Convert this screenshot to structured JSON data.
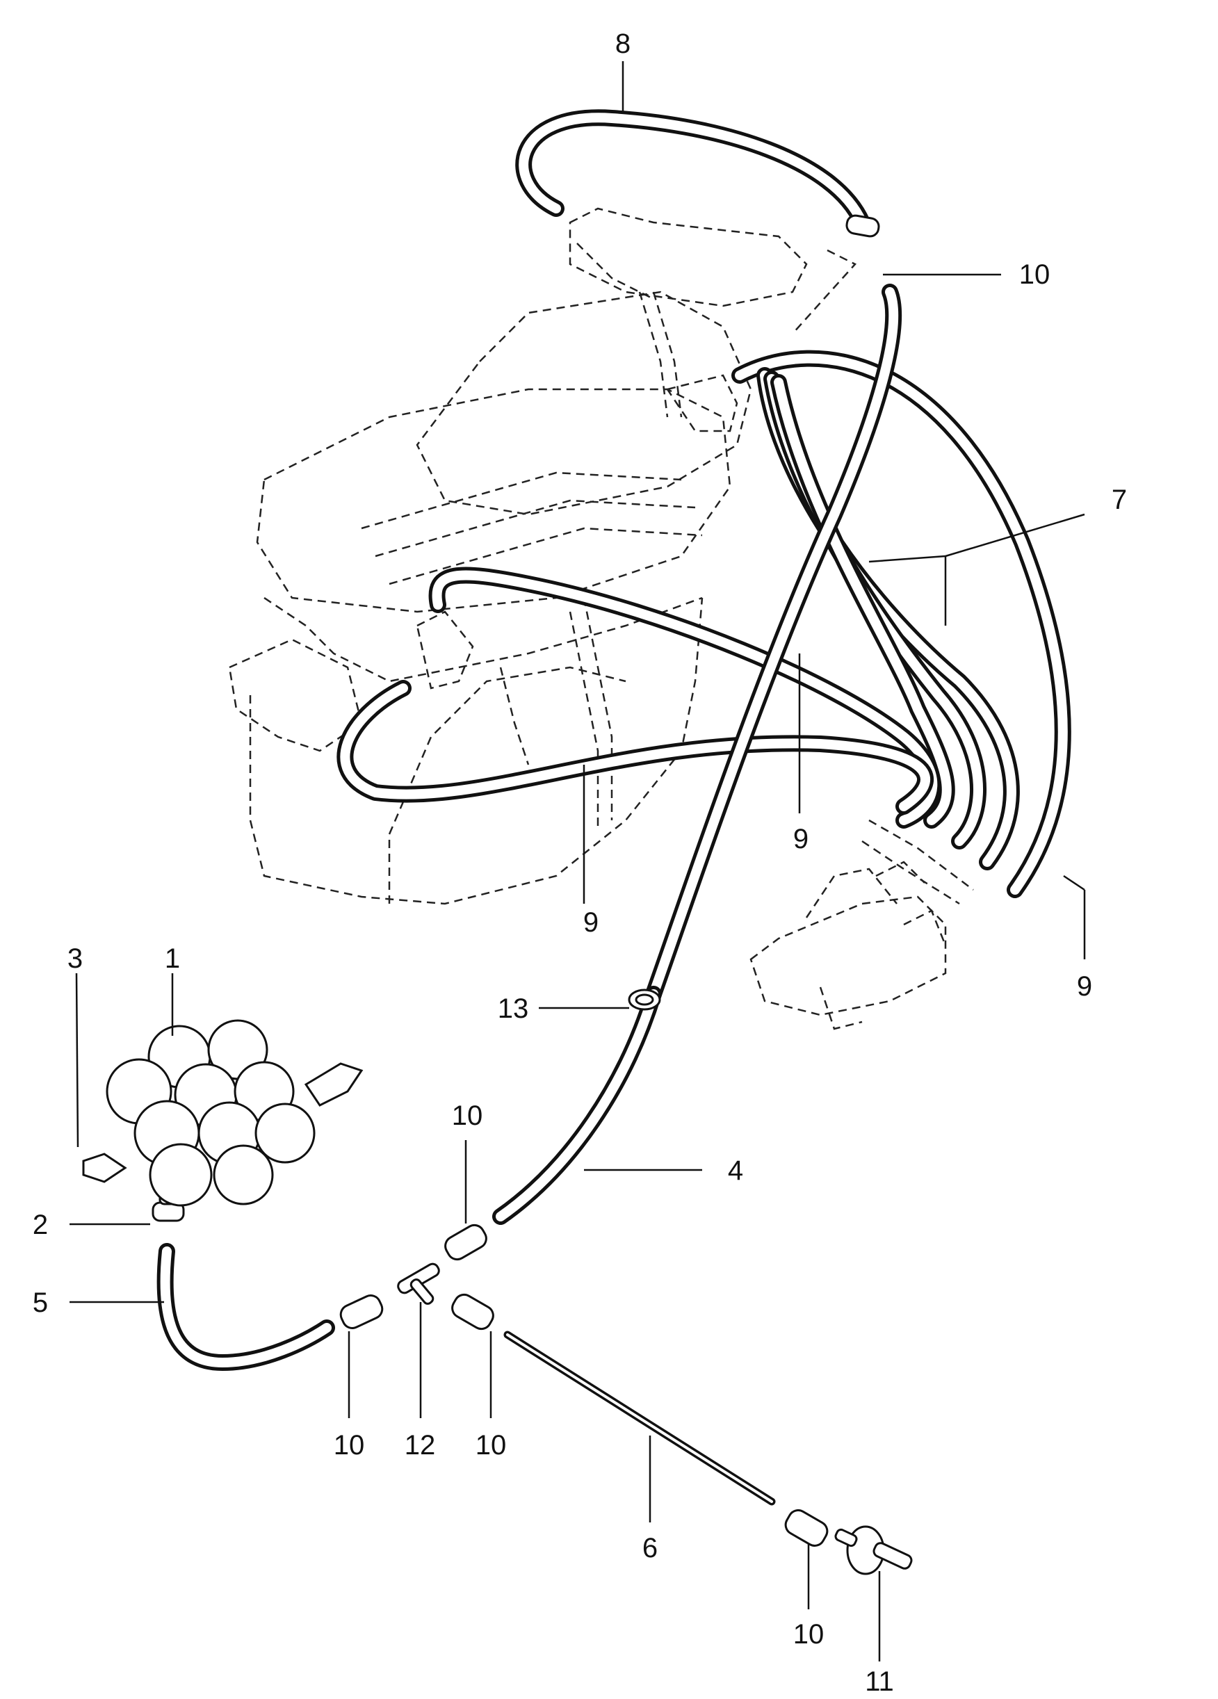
{
  "callouts": [
    {
      "id": "c8",
      "text": "8"
    },
    {
      "id": "c10a",
      "text": "10"
    },
    {
      "id": "c7",
      "text": "7"
    },
    {
      "id": "c9a",
      "text": "9"
    },
    {
      "id": "c9b",
      "text": "9"
    },
    {
      "id": "c9c",
      "text": "9"
    },
    {
      "id": "c13",
      "text": "13"
    },
    {
      "id": "c3",
      "text": "3"
    },
    {
      "id": "c1",
      "text": "1"
    },
    {
      "id": "c10b",
      "text": "10"
    },
    {
      "id": "c4",
      "text": "4"
    },
    {
      "id": "c2",
      "text": "2"
    },
    {
      "id": "c5",
      "text": "5"
    },
    {
      "id": "c10c",
      "text": "10"
    },
    {
      "id": "c12",
      "text": "12"
    },
    {
      "id": "c10d",
      "text": "10"
    },
    {
      "id": "c6",
      "text": "6"
    },
    {
      "id": "c10e",
      "text": "10"
    },
    {
      "id": "c11",
      "text": "11"
    }
  ]
}
